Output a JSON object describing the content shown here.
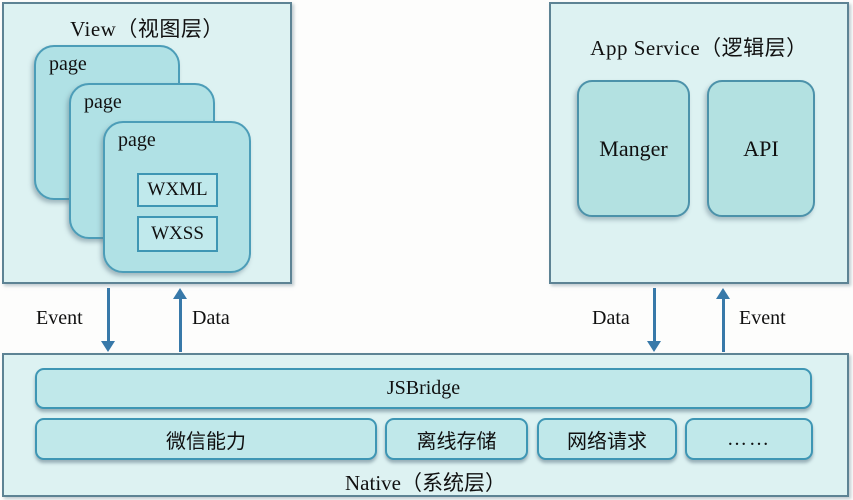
{
  "diagram": {
    "view_layer": {
      "title": "View（视图层）",
      "pages": [
        "page",
        "page",
        "page"
      ],
      "components": {
        "wxml": "WXML",
        "wxss": "WXSS"
      }
    },
    "app_service_layer": {
      "title": "App Service（逻辑层）",
      "modules": {
        "manager": "Manger",
        "api": "API"
      }
    },
    "native_layer": {
      "title": "Native（系统层）",
      "bridge": "JSBridge",
      "capabilities": [
        "微信能力",
        "离线存储",
        "网络请求",
        "……"
      ]
    },
    "flows": {
      "left_down": {
        "label": "Event",
        "direction": "down"
      },
      "left_up": {
        "label": "Data",
        "direction": "up"
      },
      "right_down": {
        "label": "Data",
        "direction": "down"
      },
      "right_up": {
        "label": "Event",
        "direction": "up"
      }
    },
    "colors": {
      "panel_fill": "#ddf2f2",
      "panel_border": "#5d8394",
      "card_fill": "#b0e1e5",
      "card_border": "#4c9db8",
      "bar_fill": "#c0e8ea",
      "bar_border": "#3e96b4",
      "arrow": "#3879a9",
      "text": "#101010",
      "background": "#fdfdfc"
    }
  }
}
